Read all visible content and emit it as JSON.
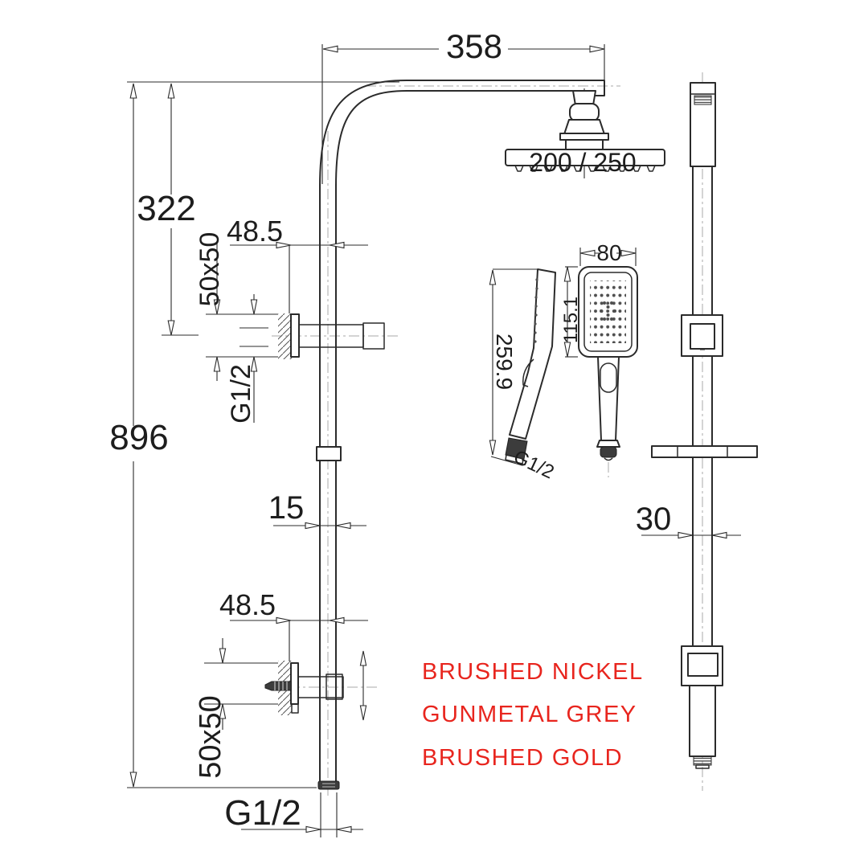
{
  "drawing": {
    "title": "shower-column-technical-drawing",
    "dims": {
      "arm_length": "358",
      "top_offset": "322",
      "column_height": "896",
      "bracket_offset_top": "48.5",
      "wall_plate_top": "50x50",
      "thread_top": "G1/2",
      "pipe_width": "15",
      "bracket_offset_bottom": "48.5",
      "wall_plate_bottom": "50x50",
      "thread_bottom": "G1/2",
      "head_size": "200 / 250",
      "hand_width": "80",
      "hand_face": "115.1",
      "hand_length": "259.9",
      "hand_thread": "G1/2",
      "rail_width": "30"
    },
    "finishes": [
      "BRUSHED NICKEL",
      "GUNMETAL GREY",
      "BRUSHED GOLD"
    ],
    "colors": {
      "line": "#2b2b2b",
      "centerline": "#a9a9a9",
      "finish_text": "#e8251e",
      "background": "#ffffff"
    }
  }
}
